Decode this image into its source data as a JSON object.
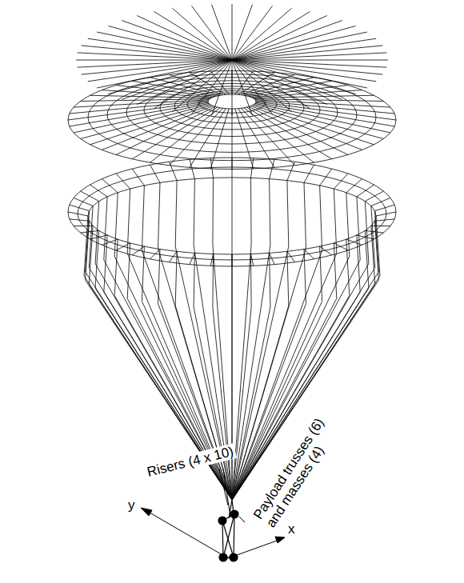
{
  "diagram": {
    "labels": [
      "Risers (4 x 10)",
      "Payload trusses (6) and masses (4)",
      "y",
      "x"
    ]
  }
}
